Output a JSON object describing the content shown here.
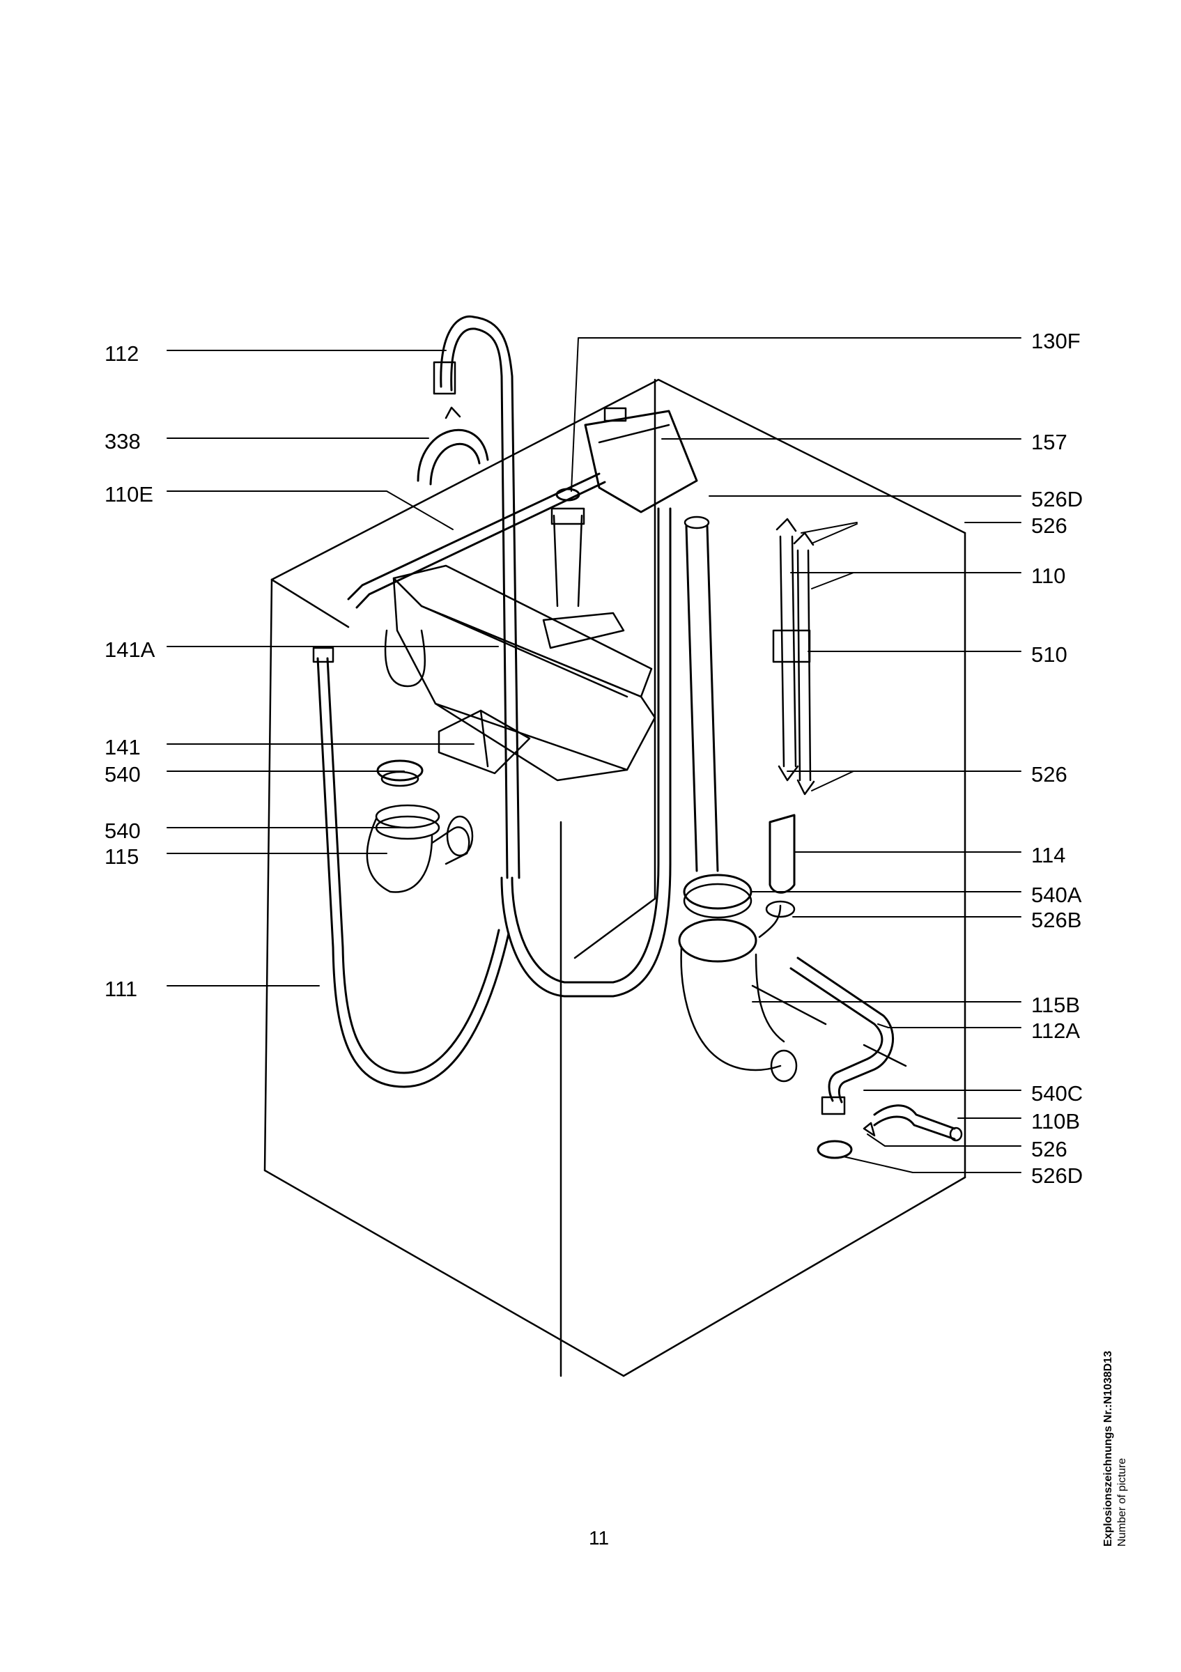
{
  "callouts_left": [
    "112",
    "338",
    "110E",
    "141A",
    "141",
    "540",
    "540",
    "115",
    "111"
  ],
  "callouts_right": [
    "130F",
    "157",
    "526D",
    "526",
    "110",
    "510",
    "526",
    "114",
    "540A",
    "526B",
    "115B",
    "112A",
    "540C",
    "110B",
    "526",
    "526D"
  ],
  "page_number": "11",
  "side_note": {
    "title": "Explosionszeichnungs Nr.:N1038D13",
    "subtitle": "Number of picture"
  },
  "colors": {
    "ink": "#000000",
    "paper": "#ffffff"
  }
}
